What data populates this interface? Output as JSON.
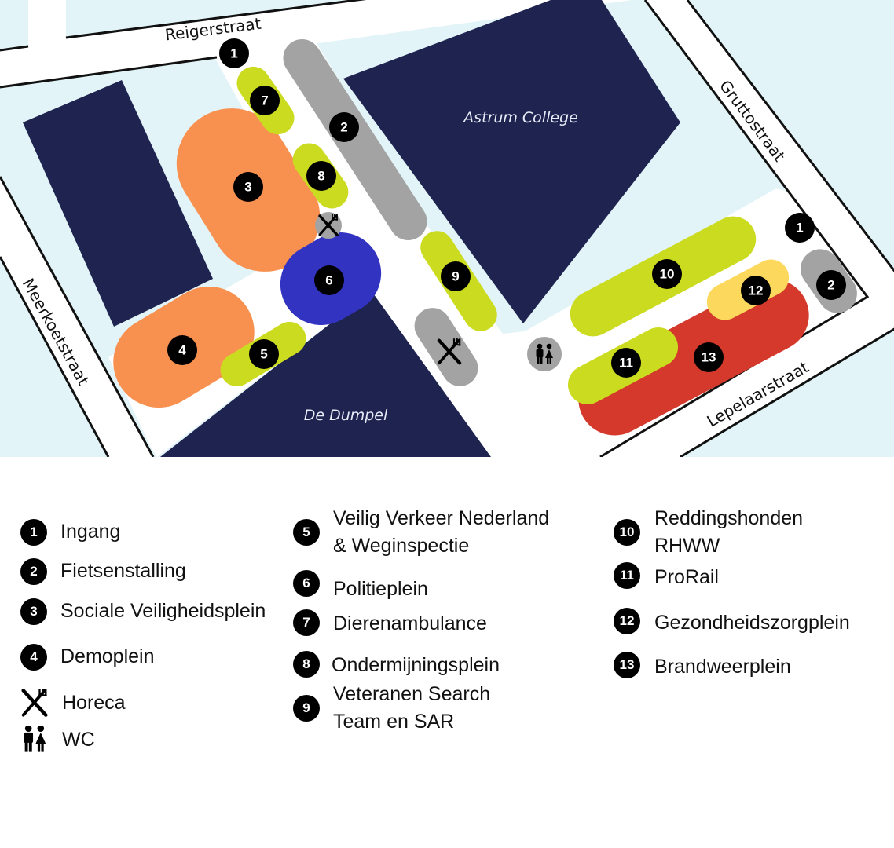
{
  "map": {
    "streets": {
      "reigerstraat": "Reigerstraat",
      "gruttostraat": "Gruttostraat",
      "meerkoetstraat": "Meerkoetstraat",
      "lepelaarstraat": "Lepelaarstraat"
    },
    "buildings": {
      "astrum": "Astrum College",
      "dumpel": "De Dumpel"
    },
    "markers": [
      "1",
      "2",
      "3",
      "4",
      "5",
      "6",
      "7",
      "8",
      "9",
      "10",
      "11",
      "12",
      "13"
    ],
    "colors": {
      "background": "#e2f4f7",
      "building": "#1e2350",
      "lime": "#cbdb20",
      "grey": "#a3a3a3",
      "orange": "#f89050",
      "blue": "#3333c2",
      "red": "#d5392b",
      "yellow": "#fcd95c"
    }
  },
  "legend": {
    "col1": [
      {
        "num": "1",
        "label": "Ingang"
      },
      {
        "num": "2",
        "label": "Fietsenstalling"
      },
      {
        "num": "3",
        "label": "Sociale Veiligheidsplein"
      },
      {
        "num": "4",
        "label": "Demoplein"
      },
      {
        "icon": "knife-fork-icon",
        "label": "Horeca"
      },
      {
        "icon": "toilet-icon",
        "label": "WC"
      }
    ],
    "col2": [
      {
        "num": "5",
        "line1": "Veilig Verkeer Nederland",
        "line2": "& Weginspectie"
      },
      {
        "num": "6",
        "label": "Politieplein"
      },
      {
        "num": "7",
        "label": "Dierenambulance"
      },
      {
        "num": "8",
        "label": "Ondermijningsplein"
      },
      {
        "num": "9",
        "line1": "Veteranen Search",
        "line2": "Team en SAR"
      }
    ],
    "col3": [
      {
        "num": "10",
        "line1": "Reddingshonden",
        "line2": "RHWW"
      },
      {
        "num": "11",
        "label": "ProRail"
      },
      {
        "num": "12",
        "label": "Gezondheidszorgplein"
      },
      {
        "num": "13",
        "label": "Brandweerplein"
      }
    ]
  }
}
